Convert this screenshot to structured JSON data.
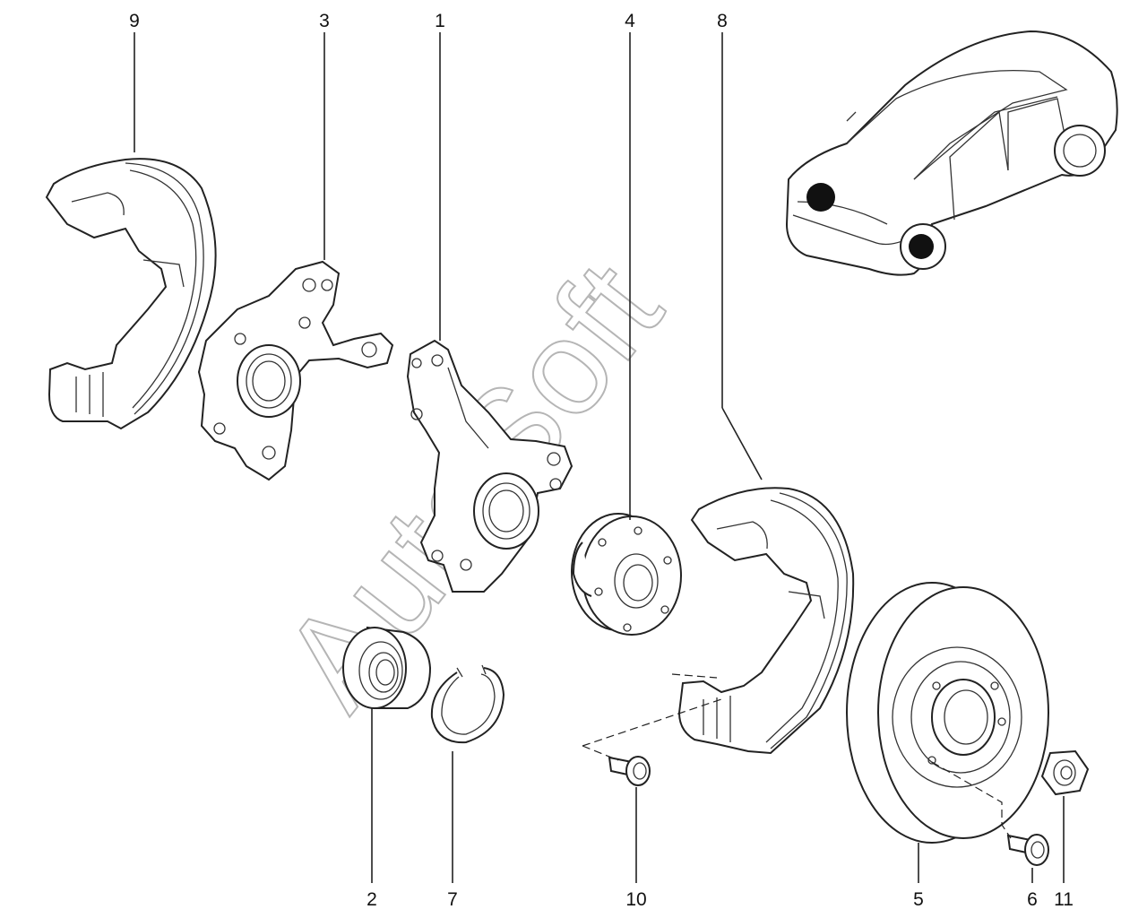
{
  "callouts": [
    "9",
    "3",
    "1",
    "4",
    "8",
    "2",
    "7",
    "10",
    "5",
    "6",
    "11"
  ],
  "watermark": "AutoSoft"
}
